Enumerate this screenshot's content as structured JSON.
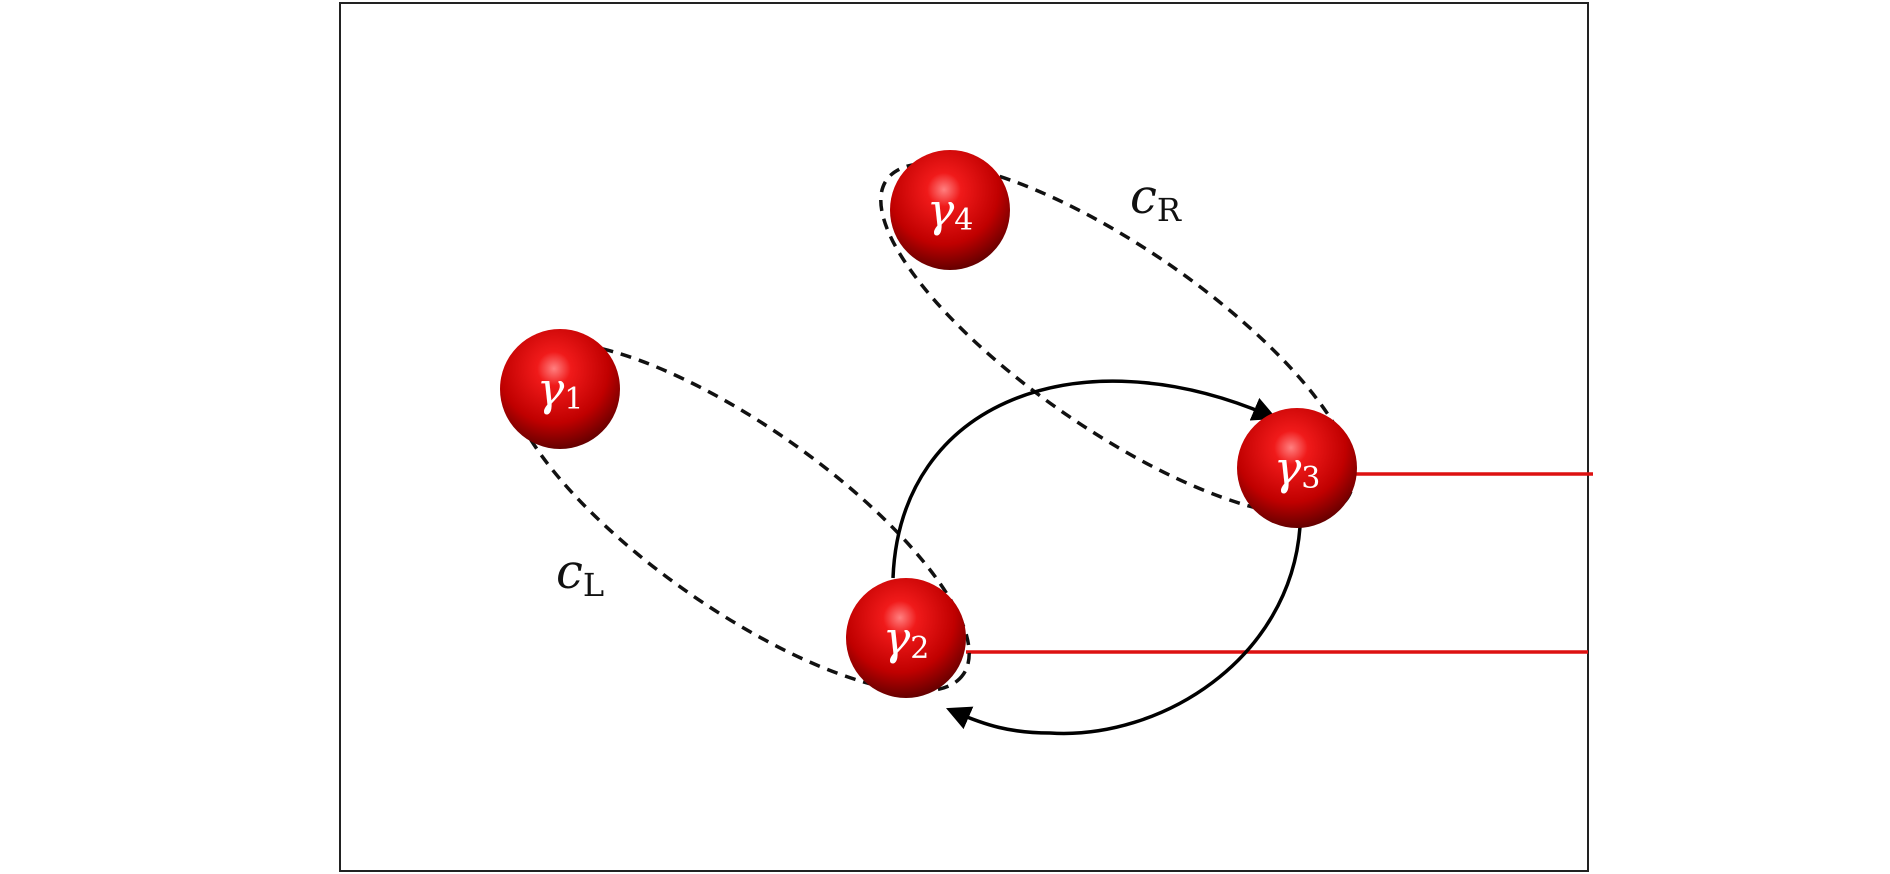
{
  "diagram": {
    "nodes": [
      {
        "id": "g1",
        "symbol": "γ",
        "sub": "1"
      },
      {
        "id": "g2",
        "symbol": "γ",
        "sub": "2"
      },
      {
        "id": "g3",
        "symbol": "γ",
        "sub": "3"
      },
      {
        "id": "g4",
        "symbol": "γ",
        "sub": "4"
      }
    ],
    "loops": [
      {
        "id": "cL",
        "symbol": "c",
        "sub": "L",
        "encloses": [
          "g1",
          "g2"
        ]
      },
      {
        "id": "cR",
        "symbol": "c",
        "sub": "R",
        "encloses": [
          "g3",
          "g4"
        ]
      }
    ],
    "braiding_path": {
      "style": "solid",
      "from": "g2",
      "to": "g3",
      "arrowheads": 2
    },
    "branch_cuts": {
      "color": "#dd1111",
      "from": [
        "g2",
        "g3"
      ]
    },
    "colors": {
      "node": "#c80000",
      "node_highlight": "#ff7a7a",
      "frame": "#222222",
      "dashed": "#111111"
    }
  }
}
